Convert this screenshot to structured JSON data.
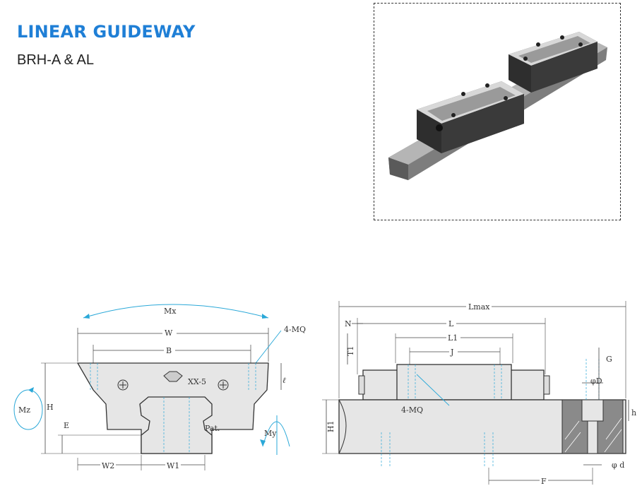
{
  "header": {
    "title": "LINEAR GUIDEWAY",
    "subtitle": "BRH-A & AL"
  },
  "colors": {
    "title_blue": "#1f7fd6",
    "dimension_cyan": "#2aa8d8",
    "part_fill": "#e6e6e6",
    "hatch_fill": "#8a8a8a"
  },
  "front_view": {
    "labels": {
      "mx": "Mx",
      "w": "W",
      "b": "B",
      "mq": "4-MQ",
      "mz": "Mz",
      "h": "H",
      "e": "E",
      "xx": "XX-5",
      "l_small": "ℓ",
      "pat": "Pat.",
      "my": "My",
      "w2": "W2",
      "w1": "W1"
    }
  },
  "side_view": {
    "labels": {
      "lmax": "Lmax",
      "n": "N",
      "l": "L",
      "l1": "L1",
      "t1": "T1",
      "j": "J",
      "g": "G",
      "d_big": "φD",
      "mq": "4-MQ",
      "h1": "H1",
      "h_small": "h",
      "d_small": "φ d",
      "f": "F"
    }
  }
}
